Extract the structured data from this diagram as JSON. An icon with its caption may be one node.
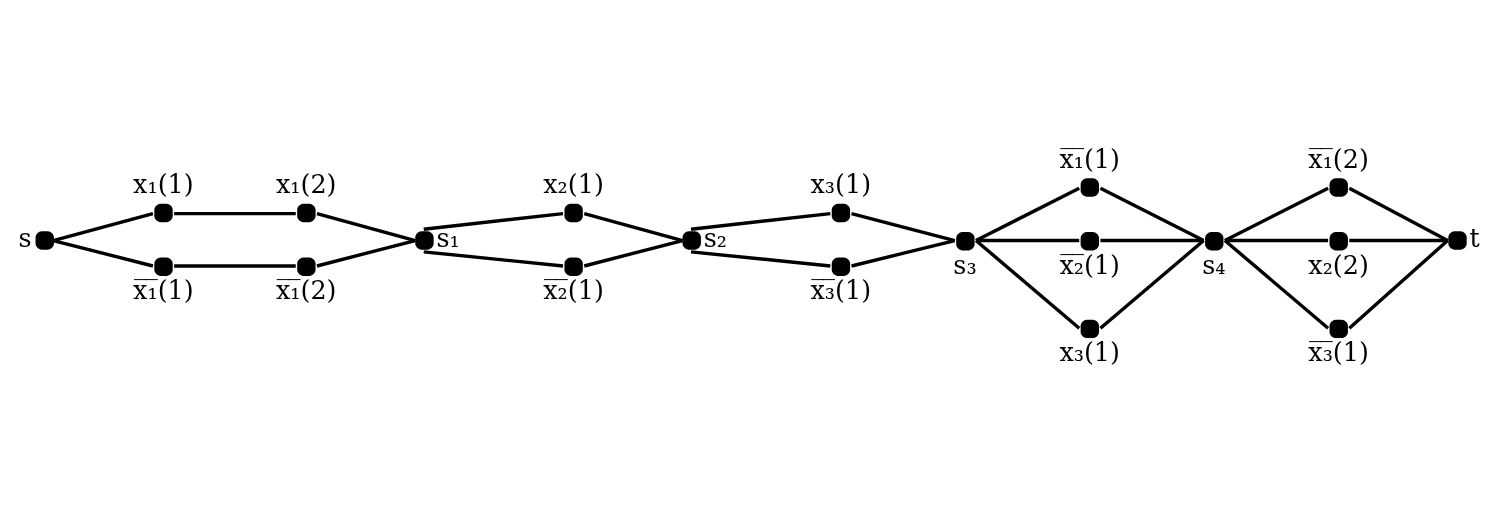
{
  "diagram": {
    "nodes": [
      {
        "text": [],
        "shape": "circle",
        "beside": [
          "s"
        ]
      },
      {
        "text": [],
        "shape": "circle",
        "beside": [
          "x₁(1)"
        ]
      },
      {
        "text": [],
        "shape": "circle",
        "beside": [
          "x̅₁̅(1)"
        ]
      },
      {
        "text": [],
        "shape": "circle",
        "beside": [
          "x₁(2)"
        ]
      },
      {
        "text": [],
        "shape": "circle",
        "beside": [
          "x̅₁̅(2)"
        ]
      },
      {
        "text": [],
        "shape": "circle",
        "beside": [
          "s₁"
        ]
      },
      {
        "text": [],
        "shape": "circle",
        "beside": [
          "x₂(1)"
        ]
      },
      {
        "text": [],
        "shape": "circle",
        "beside": [
          "x̅₂̅(1)"
        ]
      },
      {
        "text": [],
        "shape": "circle",
        "beside": [
          "s₂"
        ]
      },
      {
        "text": [],
        "shape": "circle",
        "beside": [
          "x₃(1)"
        ]
      },
      {
        "text": [],
        "shape": "circle",
        "beside": [
          "x̅₃̅(1)"
        ]
      },
      {
        "text": [],
        "shape": "circle",
        "beside": [
          "s₃"
        ]
      },
      {
        "text": [],
        "shape": "circle",
        "beside": [
          "x̅₁̅(1)"
        ]
      },
      {
        "text": [],
        "shape": "circle",
        "beside": [
          "x̅₂̅(1)"
        ]
      },
      {
        "text": [],
        "shape": "circle",
        "beside": [
          "x₃(1)"
        ]
      },
      {
        "text": [],
        "shape": "circle",
        "beside": [
          "s₄"
        ]
      },
      {
        "text": [],
        "shape": "circle",
        "beside": [
          "x̅₁̅(2)"
        ]
      },
      {
        "text": [],
        "shape": "circle",
        "beside": [
          "x₂(2)"
        ]
      },
      {
        "text": [],
        "shape": "circle",
        "beside": [
          "x̅₃̅(1)"
        ]
      },
      {
        "text": [],
        "shape": "circle",
        "beside": [
          "t"
        ]
      }
    ],
    "edges": [
      {
        "from": 0,
        "to": 1,
        "arrow": "none"
      },
      {
        "from": 1,
        "to": 3,
        "arrow": "none"
      },
      {
        "from": 3,
        "to": 5,
        "arrow": "none"
      },
      {
        "from": 0,
        "to": 2,
        "arrow": "none"
      },
      {
        "from": 2,
        "to": 4,
        "arrow": "none"
      },
      {
        "from": 4,
        "to": 5,
        "arrow": "none"
      },
      {
        "from": 5,
        "to": 6,
        "arrow": "none"
      },
      {
        "from": 6,
        "to": 8,
        "arrow": "none"
      },
      {
        "from": 5,
        "to": 7,
        "arrow": "none"
      },
      {
        "from": 7,
        "to": 8,
        "arrow": "none"
      },
      {
        "from": 8,
        "to": 9,
        "arrow": "none"
      },
      {
        "from": 9,
        "to": 11,
        "arrow": "none"
      },
      {
        "from": 8,
        "to": 10,
        "arrow": "none"
      },
      {
        "from": 10,
        "to": 11,
        "arrow": "none"
      },
      {
        "from": 11,
        "to": 12,
        "arrow": "none"
      },
      {
        "from": 12,
        "to": 15,
        "arrow": "none"
      },
      {
        "from": 11,
        "to": 13,
        "arrow": "none"
      },
      {
        "from": 13,
        "to": 15,
        "arrow": "none"
      },
      {
        "from": 11,
        "to": 14,
        "arrow": "none"
      },
      {
        "from": 14,
        "to": 15,
        "arrow": "none"
      },
      {
        "from": 15,
        "to": 16,
        "arrow": "none"
      },
      {
        "from": 16,
        "to": 19,
        "arrow": "none"
      },
      {
        "from": 15,
        "to": 17,
        "arrow": "none"
      },
      {
        "from": 17,
        "to": 19,
        "arrow": "none"
      },
      {
        "from": 15,
        "to": 18,
        "arrow": "none"
      },
      {
        "from": 18,
        "to": 19,
        "arrow": "none"
      }
    ]
  }
}
